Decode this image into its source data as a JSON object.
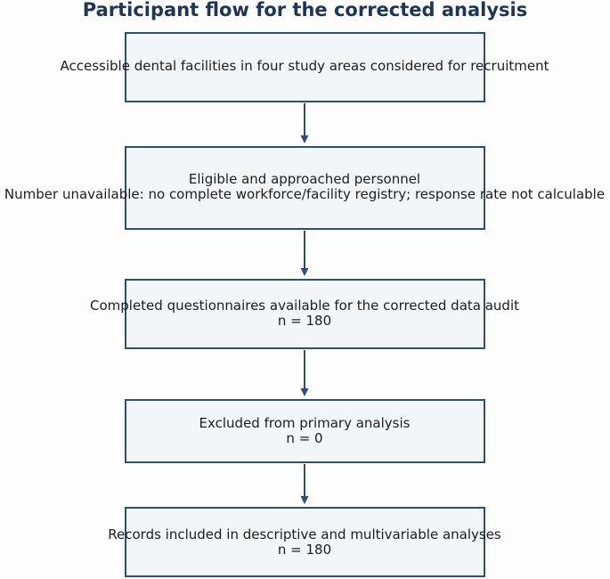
{
  "title": "Participant flow for the corrected analysis",
  "nodes": [
    {
      "id": "recruitment",
      "lines": [
        "Accessible dental facilities in four study areas considered for recruitment"
      ]
    },
    {
      "id": "eligible",
      "lines": [
        "Eligible and approached personnel",
        "Number unavailable: no complete workforce/facility registry; response rate not calculable"
      ]
    },
    {
      "id": "completed",
      "lines": [
        "Completed questionnaires available for the corrected data audit",
        "n = 180"
      ]
    },
    {
      "id": "excluded",
      "lines": [
        "Excluded from primary analysis",
        "n = 0"
      ]
    },
    {
      "id": "included",
      "lines": [
        "Records included in descriptive and multivariable analyses",
        "n = 180"
      ]
    }
  ],
  "edges": [
    {
      "from": "recruitment",
      "to": "eligible"
    },
    {
      "from": "eligible",
      "to": "completed"
    },
    {
      "from": "completed",
      "to": "excluded"
    },
    {
      "from": "excluded",
      "to": "included"
    }
  ],
  "colors": {
    "title": "#1f3556",
    "box_border": "#2e4e77",
    "box_fill": "#f3f6f9",
    "arrow": "#2e4e77",
    "text": "#1d1d1d"
  }
}
